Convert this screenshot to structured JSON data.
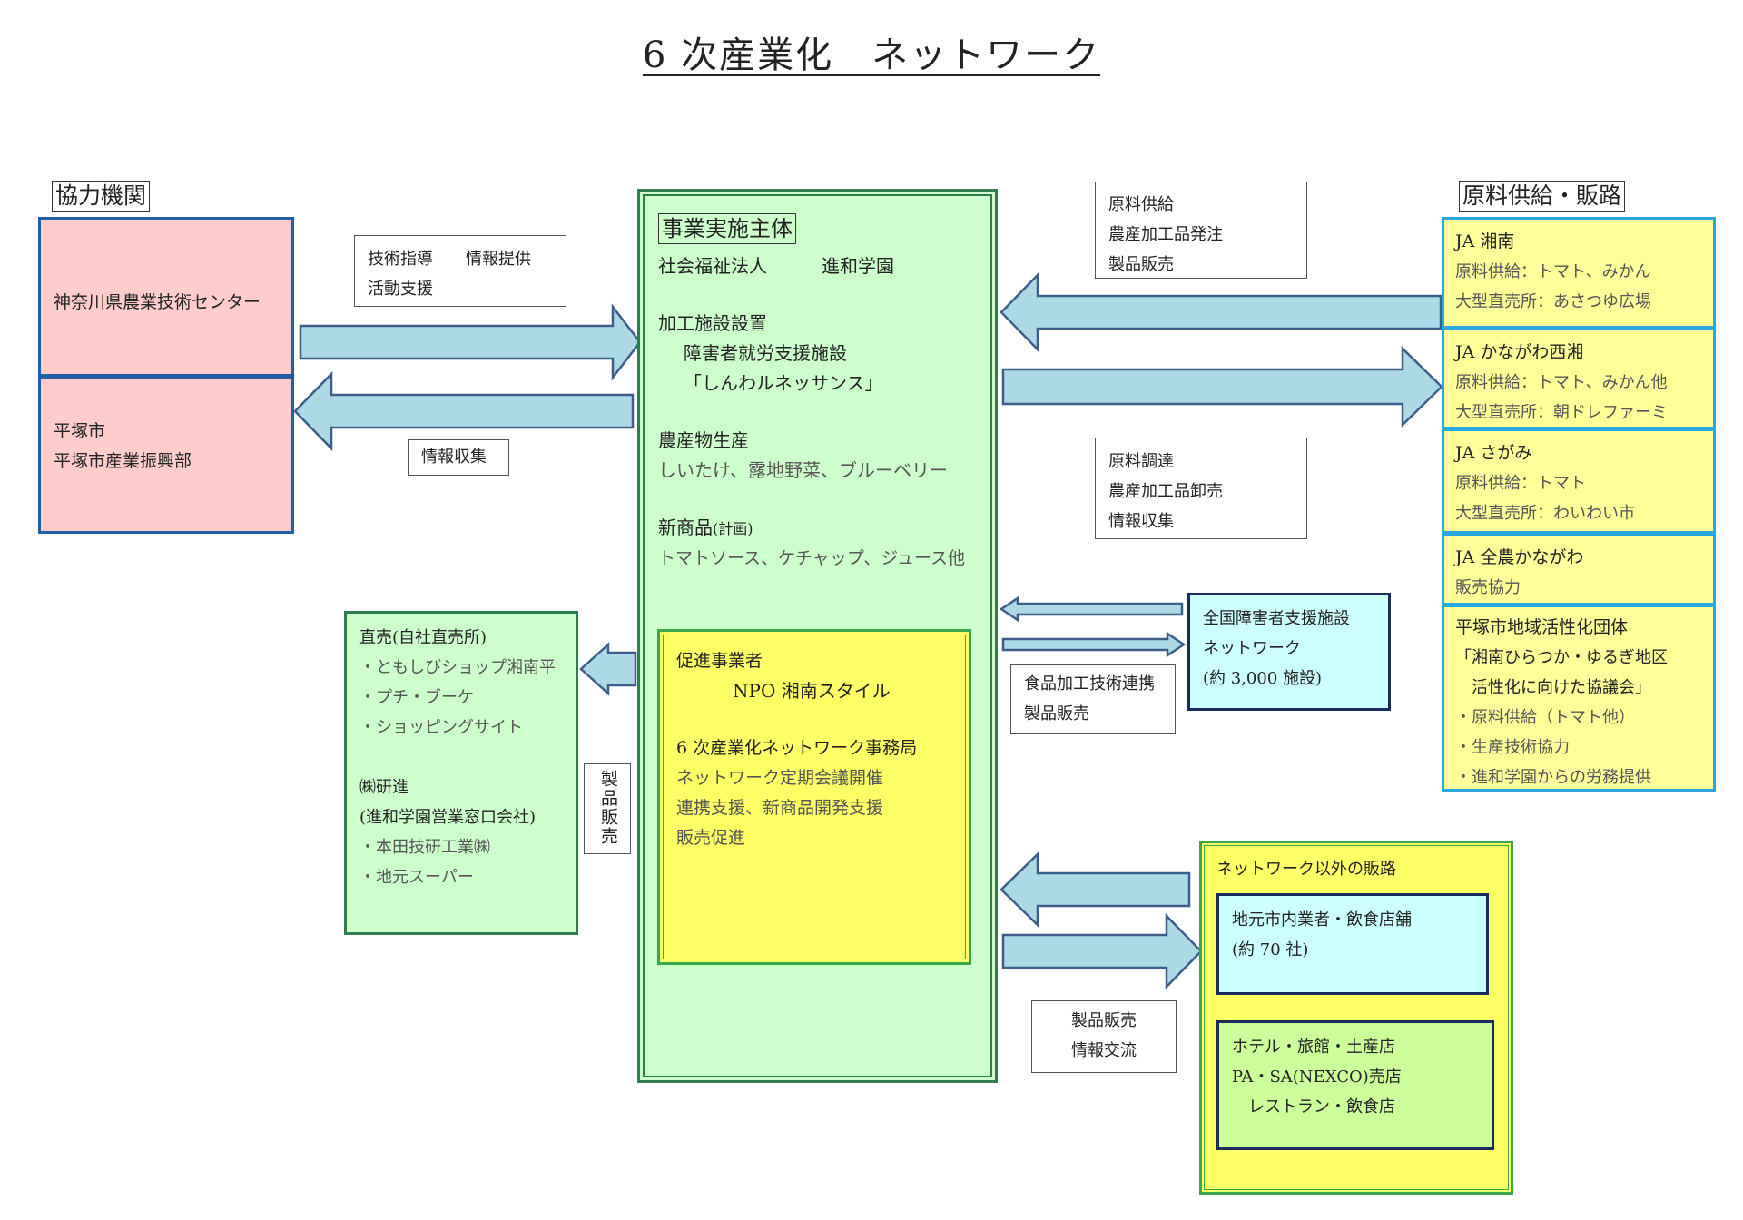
{
  "title": "6 次産業化　ネットワーク",
  "headers": {
    "cooperation": "協力機関",
    "supply": "原料供給・販路"
  },
  "cooperation_orgs": {
    "kanagawa": "神奈川県農業技術センター",
    "hiratsuka": [
      "平塚市",
      "平塚市産業振興部"
    ]
  },
  "labels": {
    "tech_support": [
      "技術指導　　情報提供",
      "活動支援"
    ],
    "info_collect": "情報収集",
    "supply_top": [
      "原料供給",
      "農産加工品発注",
      "製品販売"
    ],
    "supply_mid": [
      "原料調達",
      "農産加工品卸売",
      "情報収集"
    ],
    "food_tech": [
      "食品加工技術連携",
      "製品販売"
    ],
    "product_sales_vertical": "製品販売",
    "sales_exchange": [
      "製品販売",
      "情報交流"
    ]
  },
  "main": {
    "header": "事業実施主体",
    "corp": "社会福祉法人　　　進和学園",
    "facility_title": "加工施設設置",
    "facility_lines": [
      "障害者就労支援施設",
      "「しんわルネッサンス」"
    ],
    "crops_title": "農産物生産",
    "crops": "しいたけ、露地野菜、ブルーベリー",
    "new_title": "新商品",
    "new_note": "(計画)",
    "new_items": "トマトソース、ケチャップ、ジュース他"
  },
  "promoter": {
    "title": "促進事業者",
    "name": "NPO 湘南スタイル",
    "office": "6 次産業化ネットワーク事務局",
    "lines": [
      "ネットワーク定期会議開催",
      "連携支援、新商品開発支援",
      "販売促進"
    ]
  },
  "ja": [
    {
      "name": "JA 湘南",
      "lines": [
        "原料供給：トマト、みかん",
        "大型直売所：あさつゆ広場"
      ]
    },
    {
      "name": "JA かながわ西湘",
      "lines": [
        "原料供給：トマト、みかん他",
        "大型直売所：朝ドレファーミ"
      ]
    },
    {
      "name": "JA さがみ",
      "lines": [
        "原料供給：トマト",
        "大型直売所：わいわい市"
      ]
    },
    {
      "name": "JA 全農かながわ",
      "lines": [
        "販売協力"
      ]
    },
    {
      "name": "平塚市地域活性化団体",
      "lines": [
        "「湘南ひらつか・ゆるぎ地区",
        "　活性化に向けた協議会」",
        "・原料供給（トマト他）",
        "・生産技術協力",
        "・進和学園からの労務提供"
      ]
    }
  ],
  "national": [
    "全国障害者支援施設",
    "ネットワーク",
    "(約 3,000 施設)"
  ],
  "direct": {
    "title": "直売(自社直売所)",
    "shops": [
      "・ともしびショップ湘南平",
      "・プチ・ブーケ",
      "・ショッピングサイト"
    ],
    "company": "㈱研進",
    "company_sub": "(進和学園営業窓口会社)",
    "clients": [
      "・本田技研工業㈱",
      "・地元スーパー"
    ]
  },
  "outside": {
    "title": "ネットワーク以外の販路",
    "local": [
      "地元市内業者・飲食店舗",
      "(約 70 社)"
    ],
    "hotel": [
      "ホテル・旅館・土産店",
      "PA・SA(NEXCO)売店",
      "　レストラン・飲食店"
    ]
  },
  "colors": {
    "arrow_fill": "#add8e6",
    "arrow_stroke": "#3b5f8a",
    "pink": "#ffcccc",
    "main_green": "#ccffcc",
    "promo_yellow": "#ffff66",
    "ja_yellow": "#ffff99",
    "cyan": "#ccffff"
  }
}
